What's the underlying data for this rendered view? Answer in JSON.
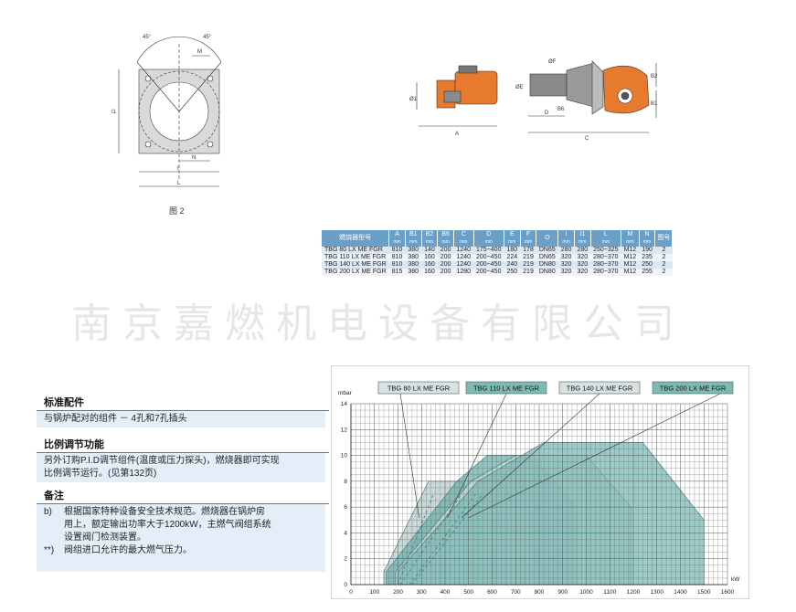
{
  "drawings": {
    "figure_caption": "图 2",
    "flange_labels": {
      "angle_left": "45°",
      "angle_right": "45°",
      "m": "M",
      "i1": "I1",
      "n": "N",
      "i": "I",
      "l": "L"
    },
    "burner_labels": {
      "d1": "Ø1",
      "a": "A",
      "e": "ØE",
      "f": "ØF",
      "d": "D",
      "b6": "B6",
      "c": "C",
      "b2": "B2",
      "b1": "B1"
    },
    "colors": {
      "burner_orange": "#e87a2e",
      "burner_grey": "#8a8a8a"
    }
  },
  "table": {
    "headers": [
      {
        "label": "燃烧器型号",
        "unit": ""
      },
      {
        "label": "A",
        "unit": "mm"
      },
      {
        "label": "B1",
        "unit": "mm"
      },
      {
        "label": "B2",
        "unit": "mm"
      },
      {
        "label": "B6",
        "unit": "mm"
      },
      {
        "label": "C",
        "unit": "mm"
      },
      {
        "label": "D",
        "unit": "mm"
      },
      {
        "label": "E",
        "unit": "mm"
      },
      {
        "label": "F",
        "unit": "mm"
      },
      {
        "label": "O",
        "unit": ""
      },
      {
        "label": "I",
        "unit": "mm"
      },
      {
        "label": "I1",
        "unit": "mm"
      },
      {
        "label": "L",
        "unit": "mm"
      },
      {
        "label": "M",
        "unit": "mm"
      },
      {
        "label": "N",
        "unit": "mm"
      },
      {
        "label": "图号",
        "unit": ""
      }
    ],
    "rows": [
      [
        "TBG 80 LX ME FGR",
        "810",
        "380",
        "140",
        "200",
        "1240",
        "175~400",
        "180",
        "178",
        "DN65",
        "280",
        "280",
        "250~325",
        "M12",
        "190",
        "2"
      ],
      [
        "TBG 110 LX ME FGR",
        "810",
        "380",
        "160",
        "200",
        "1240",
        "200~450",
        "224",
        "219",
        "DN65",
        "320",
        "320",
        "280~370",
        "M12",
        "235",
        "2"
      ],
      [
        "TBG 140 LX ME FGR",
        "810",
        "380",
        "160",
        "200",
        "1240",
        "200~450",
        "240",
        "219",
        "DN80",
        "320",
        "320",
        "280~370",
        "M12",
        "250",
        "2"
      ],
      [
        "TBG 200 LX ME FGR",
        "815",
        "380",
        "160",
        "200",
        "1280",
        "200~450",
        "250",
        "219",
        "DN80",
        "320",
        "320",
        "280~370",
        "M12",
        "255",
        "2"
      ]
    ]
  },
  "watermark": "南京嘉燃机电设备有限公司",
  "sections": {
    "standard_title": "标准配件",
    "standard_body": "与锅炉配对的组件 － 4孔和7孔插头",
    "modulation_title": "比例调节功能",
    "modulation_body_1": "另外订购P.I.D调节组件(温度或压力探头)，燃烧器即可实现",
    "modulation_body_2": "比例调节运行。(见第132页)",
    "notes_title": "备注",
    "note_b_mark": "b)",
    "note_b_1": "根据国家特种设备安全技术规范。燃烧器在锅炉房",
    "note_b_2": "用上，额定输出功率大于1200kW，主燃气阀组系统",
    "note_b_3": "设置阀门检测装置。",
    "note_star_mark": "**)",
    "note_star_1": "阀组进口允许的最大燃气压力。"
  },
  "chart_data": {
    "type": "area",
    "ylabel": "mbar",
    "xlabel": "kW",
    "xlim": [
      0,
      1600
    ],
    "ylim": [
      0,
      14
    ],
    "x_ticks": [
      0,
      100,
      200,
      300,
      400,
      500,
      600,
      700,
      800,
      900,
      1000,
      1100,
      1200,
      1300,
      1400,
      1500,
      1600
    ],
    "y_ticks": [
      0,
      2,
      4,
      6,
      8,
      10,
      12,
      14
    ],
    "grid": true,
    "series": [
      {
        "name": "TBG 80 LX ME FGR",
        "color": "#b9cbcb",
        "label_x": 290,
        "points": [
          [
            140,
            0
          ],
          [
            140,
            1
          ],
          [
            330,
            8
          ],
          [
            470,
            8
          ],
          [
            640,
            4
          ],
          [
            640,
            0
          ]
        ]
      },
      {
        "name": "TBG 110 LX ME FGR",
        "color": "#6fb0ac",
        "label_x": 600,
        "points": [
          [
            150,
            0
          ],
          [
            150,
            1
          ],
          [
            450,
            8
          ],
          [
            580,
            10
          ],
          [
            770,
            10
          ],
          [
            960,
            6
          ],
          [
            960,
            0
          ]
        ]
      },
      {
        "name": "TBG 140 LX ME FGR",
        "color": "#c9d9d9",
        "label_x": 1010,
        "points": [
          [
            190,
            0
          ],
          [
            190,
            1
          ],
          [
            510,
            8
          ],
          [
            700,
            10
          ],
          [
            1000,
            10
          ],
          [
            1190,
            6
          ],
          [
            1190,
            0
          ]
        ]
      },
      {
        "name": "TBG 200 LX ME FGR",
        "color": "#7dbab4",
        "label_x": 1380,
        "points": [
          [
            200,
            0
          ],
          [
            200,
            1
          ],
          [
            540,
            8
          ],
          [
            820,
            11
          ],
          [
            1240,
            11
          ],
          [
            1500,
            5
          ],
          [
            1500,
            0
          ]
        ]
      }
    ]
  }
}
